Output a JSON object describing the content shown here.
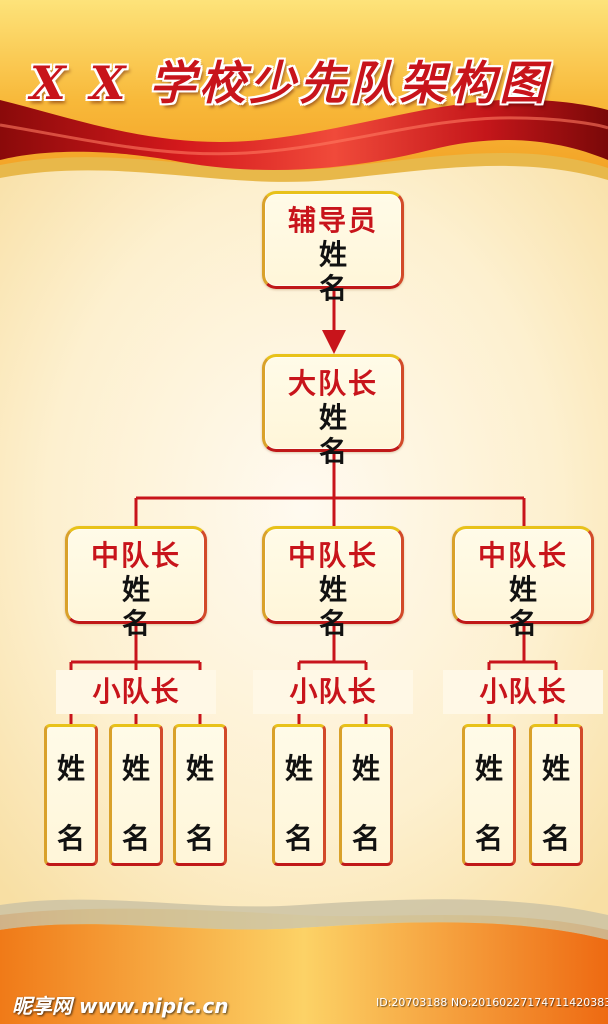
{
  "title": "X X 学校少先队架构图",
  "nodes": {
    "advisor": {
      "role": "辅导员",
      "name": "姓　名"
    },
    "brigade": {
      "role": "大队长",
      "name": "姓　名"
    },
    "squadrons": [
      {
        "role": "中队长",
        "name": "姓　名"
      },
      {
        "role": "中队长",
        "name": "姓　名"
      },
      {
        "role": "中队长",
        "name": "姓　名"
      }
    ]
  },
  "team_leader_label": "小队长",
  "member_name": [
    "姓",
    "名"
  ],
  "watermark": {
    "left": "昵享网 www.nipic.cn",
    "right": "ID:20703188 NO:20160227174711420383"
  },
  "colors": {
    "background_top": "#f5a623",
    "background_bottom": "#e8590c",
    "panel": "#fcefc7",
    "accent_red": "#c8141b",
    "border_yellow": "#e8c21a"
  }
}
